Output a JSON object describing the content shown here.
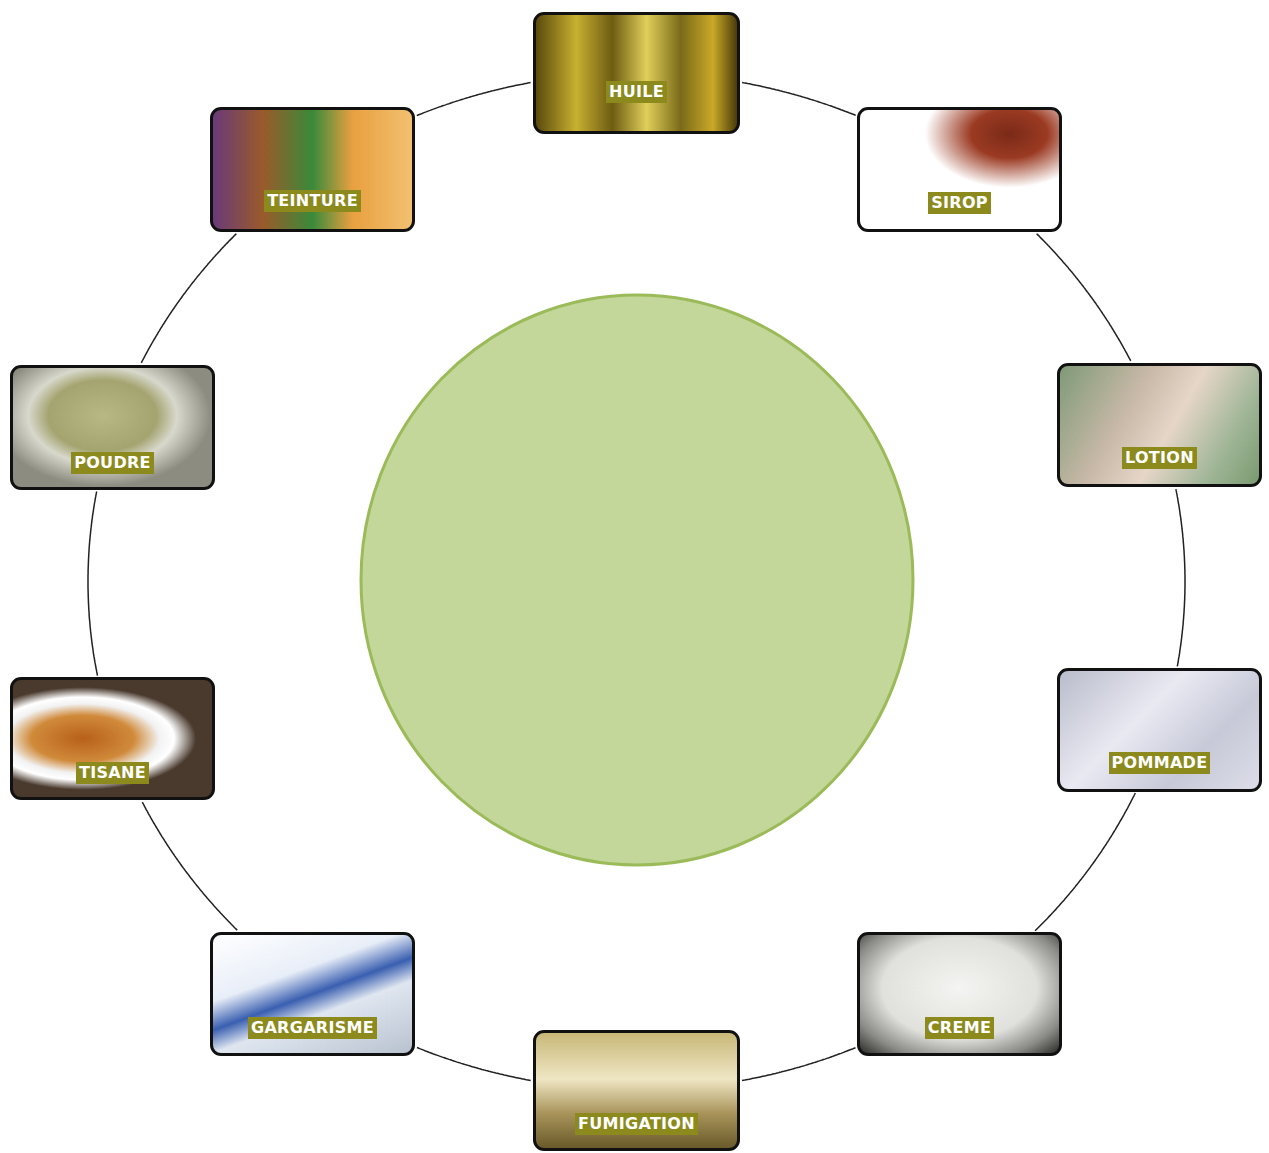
{
  "diagram": {
    "nodes": [
      {
        "text": [
          "HUILE"
        ]
      },
      {
        "text": [
          "SIROP"
        ]
      },
      {
        "text": [
          "LOTION"
        ]
      },
      {
        "text": [
          "POMMADE"
        ]
      },
      {
        "text": [
          "CREME"
        ]
      },
      {
        "text": [
          "FUMIGATION"
        ]
      },
      {
        "text": [
          "GARGARISME"
        ]
      },
      {
        "text": [
          "TISANE"
        ]
      },
      {
        "text": [
          "POUDRE"
        ]
      },
      {
        "text": [
          "TEINTURE"
        ]
      }
    ],
    "edges": [
      {
        "from": 0,
        "to": 1,
        "arrow": "none"
      },
      {
        "from": 1,
        "to": 2,
        "arrow": "none"
      },
      {
        "from": 2,
        "to": 3,
        "arrow": "none"
      },
      {
        "from": 3,
        "to": 4,
        "arrow": "none"
      },
      {
        "from": 4,
        "to": 5,
        "arrow": "none"
      },
      {
        "from": 5,
        "to": 6,
        "arrow": "none"
      },
      {
        "from": 6,
        "to": 7,
        "arrow": "none"
      },
      {
        "from": 7,
        "to": 8,
        "arrow": "none"
      },
      {
        "from": 8,
        "to": 9,
        "arrow": "none"
      },
      {
        "from": 9,
        "to": 0,
        "arrow": "none"
      }
    ]
  }
}
